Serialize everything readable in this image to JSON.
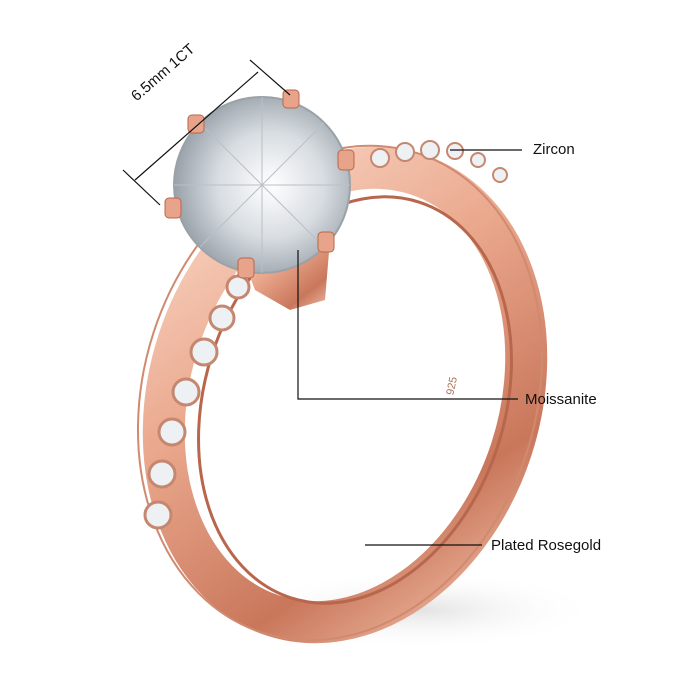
{
  "annotations": {
    "dimension": "6.5mm 1CT",
    "zircon": "Zircon",
    "moissanite": "Moissanite",
    "band": "Plated Rosegold"
  },
  "hallmark": "925",
  "colors": {
    "rose_gold": "#e8a48a",
    "rose_dark": "#b8664c",
    "stone": "#e9ecef",
    "line": "#111111"
  }
}
